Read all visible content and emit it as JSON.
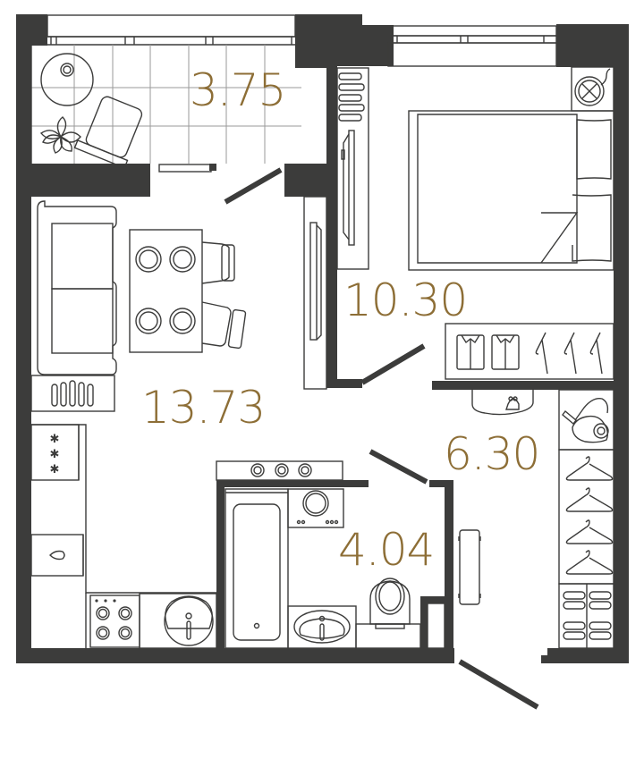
{
  "plan": {
    "type": "apartment-floor-plan",
    "accent_color": "#8d6e36",
    "wall_color": "#3c3c3b",
    "rooms": [
      {
        "id": "balcony",
        "name": "balcony",
        "area": "3.75"
      },
      {
        "id": "bedroom",
        "name": "bedroom",
        "area": "10.30"
      },
      {
        "id": "living-kitchen",
        "name": "living-kitchen",
        "area": "13.73"
      },
      {
        "id": "hallway",
        "name": "hallway",
        "area": "6.30"
      },
      {
        "id": "bathroom",
        "name": "bathroom",
        "area": "4.04"
      }
    ],
    "icons": [
      "round-table-icon",
      "armchair-icon",
      "plant-icon",
      "sofa-icon",
      "dining-table-icon",
      "chair-icon",
      "radiator-icon",
      "tv-icon",
      "bed-icon",
      "ventilation-icon",
      "shirt-icon",
      "hanger-icon",
      "purse-icon",
      "vacuum-cleaner-icon",
      "slippers-icon",
      "fridge-icon",
      "sink-icon",
      "stove-icon",
      "bathtub-icon",
      "washing-machine-icon",
      "washbasin-icon",
      "toilet-icon",
      "bench-icon"
    ]
  }
}
